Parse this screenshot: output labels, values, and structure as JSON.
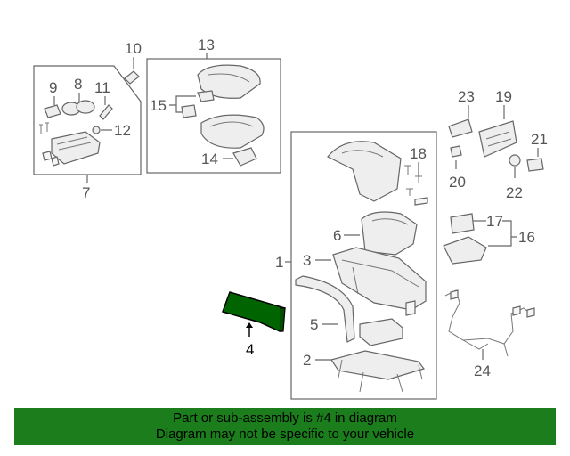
{
  "diagram": {
    "callouts": {
      "c1": "1",
      "c2": "2",
      "c3": "3",
      "c4": "4",
      "c5": "5",
      "c6": "6",
      "c7": "7",
      "c8": "8",
      "c9": "9",
      "c10": "10",
      "c11": "11",
      "c12": "12",
      "c13": "13",
      "c14": "14",
      "c15": "15",
      "c16": "16",
      "c17": "17",
      "c18": "18",
      "c19": "19",
      "c20": "20",
      "c21": "21",
      "c22": "22",
      "c23": "23",
      "c24": "24"
    },
    "highlight_color": "#006400",
    "highlighted_part": "4"
  },
  "footer": {
    "line1": "Part or sub-assembly is #4 in diagram",
    "line2": "Diagram may not be specific to your vehicle",
    "background": "#1b7d1b"
  }
}
